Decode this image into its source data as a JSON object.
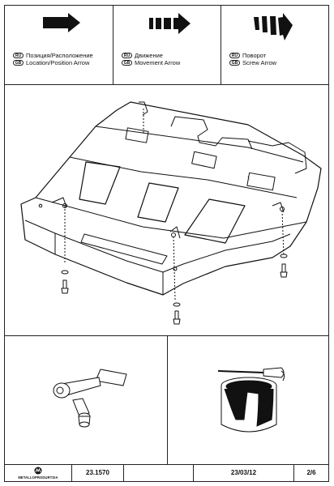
{
  "legend": {
    "position": {
      "ru_code": "RU",
      "gb_code": "GB",
      "ru": "Позиция/Расположение",
      "en": "Location/Position Arrow",
      "icon": "solid-arrow-icon"
    },
    "movement": {
      "ru_code": "RU",
      "gb_code": "GB",
      "ru": "Движение",
      "en": "Movement Arrow",
      "icon": "dashed-arrow-icon"
    },
    "screw": {
      "ru_code": "RU",
      "gb_code": "GB",
      "ru": "Поворот",
      "en": "Screw Arrow",
      "icon": "curved-arrow-icon"
    }
  },
  "footer": {
    "logo_text": "METALLOPRODURTSIA",
    "part_number": "23.1570",
    "date": "23/03/12",
    "page": "2/6"
  }
}
